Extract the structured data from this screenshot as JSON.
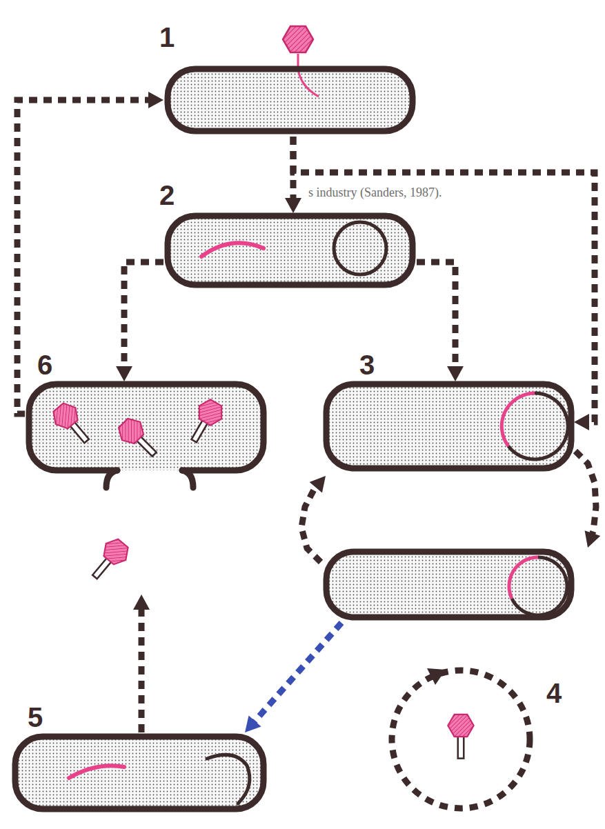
{
  "diagram": {
    "nodes": [
      {
        "text": [
          "1"
        ]
      },
      {
        "text": [
          "2"
        ]
      },
      {
        "text": [
          "6"
        ]
      },
      {
        "text": [
          "3"
        ]
      },
      {
        "text": []
      },
      {
        "text": [
          "5"
        ]
      }
    ],
    "edges": [
      {
        "from": 0,
        "to": 1,
        "arrow": "to"
      },
      {
        "from": 0,
        "to": 3,
        "arrow": "to"
      },
      {
        "from": 1,
        "to": 2,
        "arrow": "to"
      },
      {
        "from": 1,
        "to": 3,
        "arrow": "to"
      },
      {
        "from": 3,
        "to": 4,
        "arrow": "to"
      },
      {
        "from": 4,
        "to": 3,
        "arrow": "to"
      },
      {
        "from": 4,
        "to": 5,
        "arrow": "to"
      },
      {
        "from": 5,
        "to": 2,
        "arrow": "to"
      },
      {
        "from": 2,
        "to": 0,
        "arrow": "to"
      }
    ],
    "labels": [
      "4",
      "s industry (Sanders, 1987)."
    ]
  }
}
